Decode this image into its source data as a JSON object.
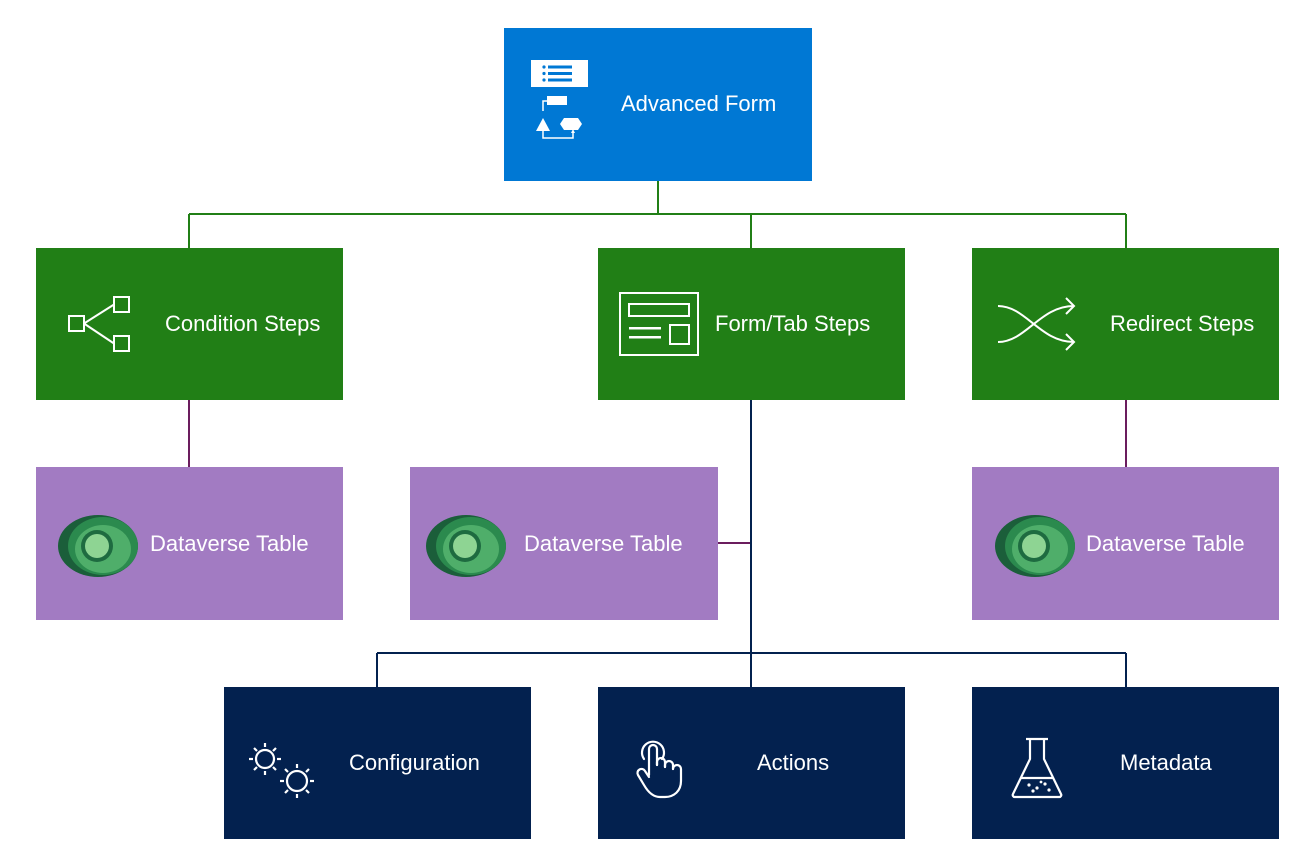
{
  "root": {
    "label": "Advanced Form",
    "icon": "form-flow-icon",
    "color": "#0078d4"
  },
  "steps": [
    {
      "label": "Condition Steps",
      "icon": "branch-icon"
    },
    {
      "label": "Form/Tab Steps",
      "icon": "form-layout-icon"
    },
    {
      "label": "Redirect Steps",
      "icon": "shuffle-icon"
    }
  ],
  "tables": [
    {
      "label": "Dataverse Table",
      "icon": "dataverse-logo"
    },
    {
      "label": "Dataverse Table",
      "icon": "dataverse-logo"
    },
    {
      "label": "Dataverse Table",
      "icon": "dataverse-logo"
    }
  ],
  "details": [
    {
      "label": "Configuration",
      "icon": "gears-icon"
    },
    {
      "label": "Actions",
      "icon": "touch-icon"
    },
    {
      "label": "Metadata",
      "icon": "flask-icon"
    }
  ],
  "colors": {
    "step": "#217f16",
    "table": "#a27bc2",
    "detail": "#03214f",
    "connector_green": "#217f16",
    "connector_purple": "#6b1d5e",
    "connector_navy": "#03214f"
  }
}
